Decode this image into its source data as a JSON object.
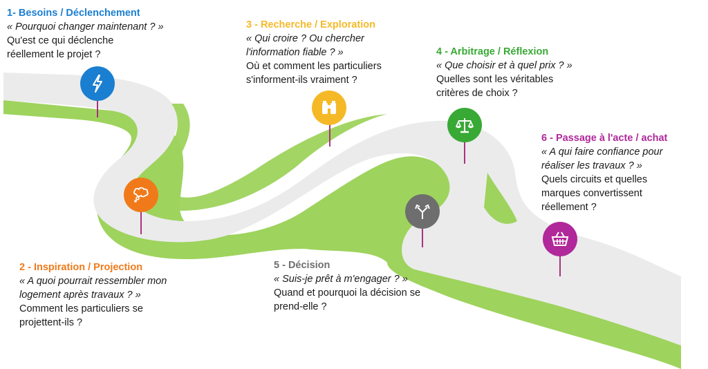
{
  "steps": [
    {
      "title": "1- Besoins / Déclenchement",
      "quote": "« Pourquoi changer maintenant ? »",
      "desc_lines": [
        "Qu'est ce qui déclenche",
        "réellement le projet ?"
      ],
      "color": "#1b7fd1",
      "icon": "lightning-icon"
    },
    {
      "title": "2 - Inspiration / Projection",
      "quote_lines": [
        "« A quoi pourrait ressembler mon",
        "logement après travaux ? »"
      ],
      "desc_lines": [
        "Comment les particuliers se",
        "projettent-ils ?"
      ],
      "color": "#f07a1a",
      "icon": "thought-bubble-icon"
    },
    {
      "title": "3 - Recherche / Exploration",
      "quote_lines": [
        "« Qui croire ? Ou chercher",
        "l'information fiable ? »"
      ],
      "desc_lines": [
        "Où et comment les particuliers",
        "s'informent-ils vraiment ?"
      ],
      "color": "#f5b928",
      "icon": "binoculars-icon"
    },
    {
      "title": "4 - Arbitrage / Réflexion",
      "quote": "« Que choisir et à quel prix ? »",
      "desc_lines": [
        "Quelles sont les véritables",
        "critères de choix ?"
      ],
      "color": "#38a935",
      "icon": "scale-icon"
    },
    {
      "title": "5 - Décision",
      "quote": "« Suis-je prêt à m'engager ? »",
      "desc_lines": [
        "Quand et pourquoi la décision se",
        "prend-elle ?"
      ],
      "color": "#6e6e6e",
      "icon": "split-arrow-icon"
    },
    {
      "title": "6 -  Passage à l'acte / achat",
      "quote_lines": [
        "« A qui faire confiance pour",
        "réaliser les travaux ? »"
      ],
      "desc_lines": [
        "Quels circuits et quelles",
        "marques convertissent",
        "réellement ?"
      ],
      "color": "#b0289a",
      "icon": "basket-icon"
    }
  ],
  "colors": {
    "road_top": "#ebebeb",
    "road_side": "#9ed35d",
    "pin": "#a8327f"
  }
}
